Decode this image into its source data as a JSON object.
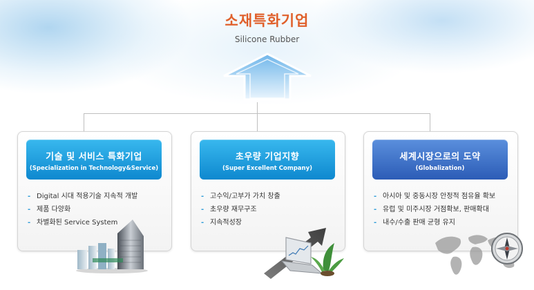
{
  "header": {
    "title": "소재특화기업",
    "subtitle": "Silicone Rubber"
  },
  "cards": [
    {
      "title": "기술 및 서비스 특화기업",
      "subtitle": "(Specialization in Technology&Service)",
      "items": [
        "Digital 시대 적용기술 지속적 개발",
        "제품 다양화",
        "차별화된 Service System"
      ],
      "illustration": "buildings-icon"
    },
    {
      "title": "초우량 기업지향",
      "subtitle": "(Super Excellent Company)",
      "items": [
        "고수익/고부가 가치 창출",
        "초우량 재무구조",
        "지속적성장"
      ],
      "illustration": "laptop-growth-icon"
    },
    {
      "title": "세계시장으로의 도약",
      "subtitle": "(Globalization)",
      "items": [
        "아시아 및 중동시장 안정적 점유율 확보",
        "유럽 및 미주시장 거점확보, 판매확대",
        "내수/수출 판매 균형 유지"
      ],
      "illustration": "world-map-compass-icon"
    }
  ],
  "colors": {
    "title": "#e0602b",
    "header_blue": "#1a9ae0",
    "header_dark_blue": "#3a6fc8",
    "bullet_dash": "#2a9ad8"
  }
}
